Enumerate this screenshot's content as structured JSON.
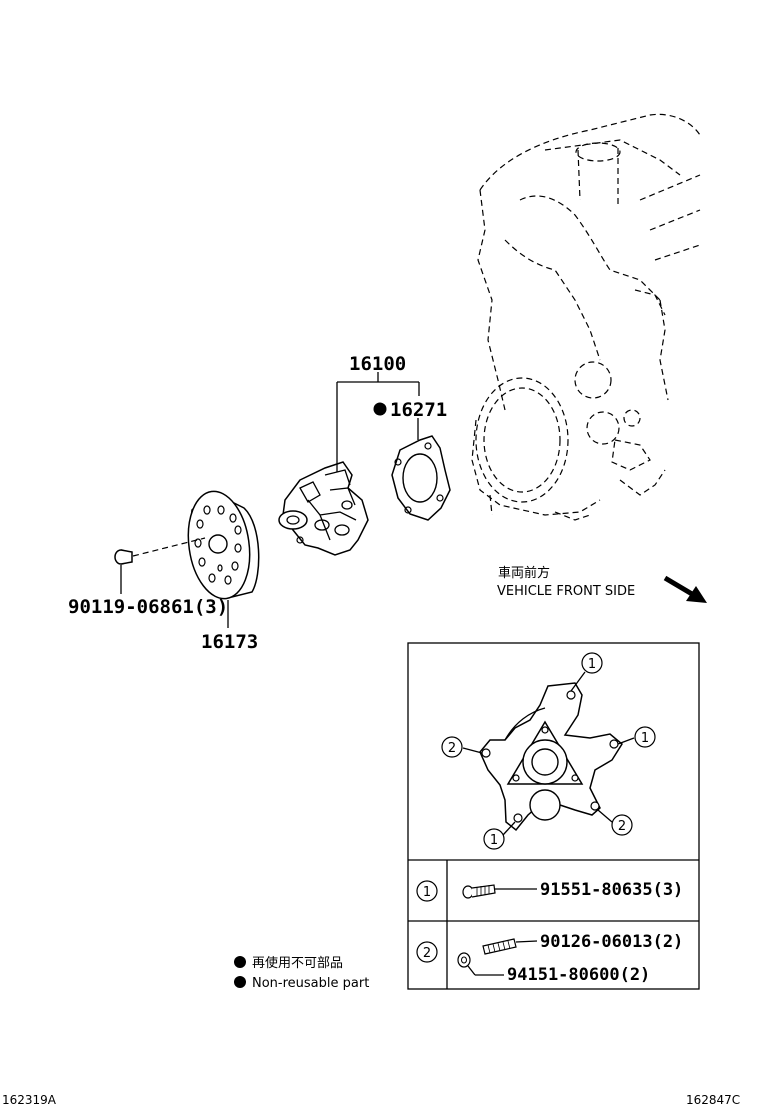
{
  "parts": {
    "pump_assembly": "16100",
    "gasket": "16271",
    "pulley": "16173",
    "pulley_bolt": "90119-06861(3)"
  },
  "direction": {
    "jp": "車両前方",
    "en": "VEHICLE FRONT SIDE"
  },
  "inset": {
    "callout_1": "1",
    "callout_2": "2",
    "rows": [
      {
        "index": "1",
        "parts": [
          "91551-80635(3)"
        ]
      },
      {
        "index": "2",
        "parts": [
          "90126-06013(2)",
          "94151-80600(2)"
        ]
      }
    ]
  },
  "legend": {
    "jp": "再使用不可部品",
    "en": "Non-reusable part"
  },
  "refs": {
    "left": "162319A",
    "right": "162847C"
  }
}
